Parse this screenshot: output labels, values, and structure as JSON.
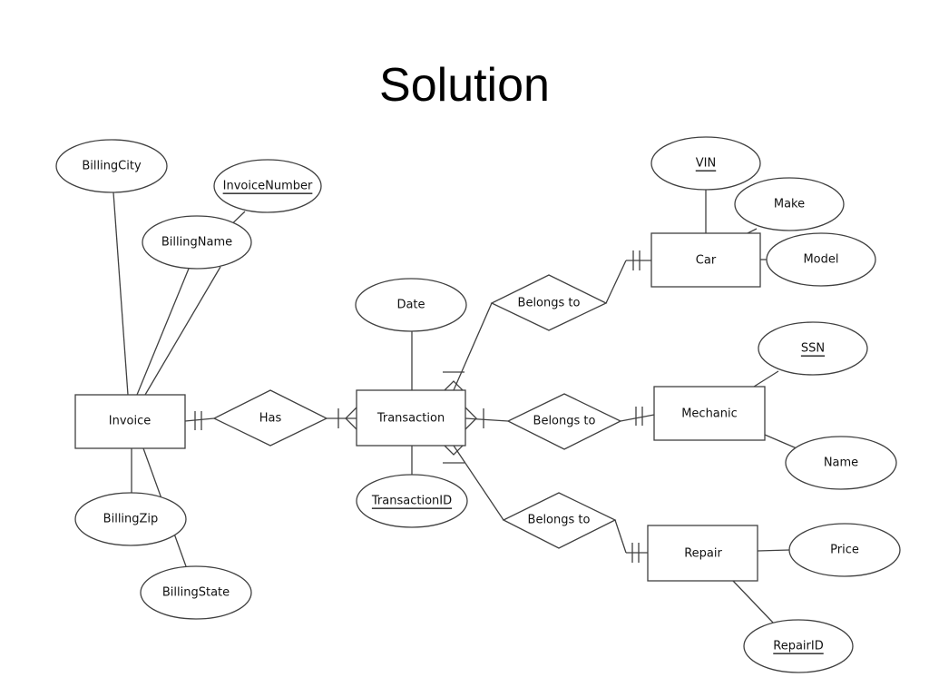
{
  "title": "Solution",
  "entities": {
    "invoice": "Invoice",
    "transaction": "Transaction",
    "car": "Car",
    "mechanic": "Mechanic",
    "repair": "Repair"
  },
  "relationships": {
    "has": "Has",
    "belongs_car": "Belongs to",
    "belongs_mechanic": "Belongs to",
    "belongs_repair": "Belongs to"
  },
  "attributes": {
    "billing_city": "BillingCity",
    "invoice_number": "InvoiceNumber",
    "billing_name": "BillingName",
    "billing_zip": "BillingZip",
    "billing_state": "BillingState",
    "date": "Date",
    "transaction_id": "TransactionID",
    "vin": "VIN",
    "make": "Make",
    "model": "Model",
    "ssn": "SSN",
    "name": "Name",
    "price": "Price",
    "repair_id": "RepairID"
  }
}
